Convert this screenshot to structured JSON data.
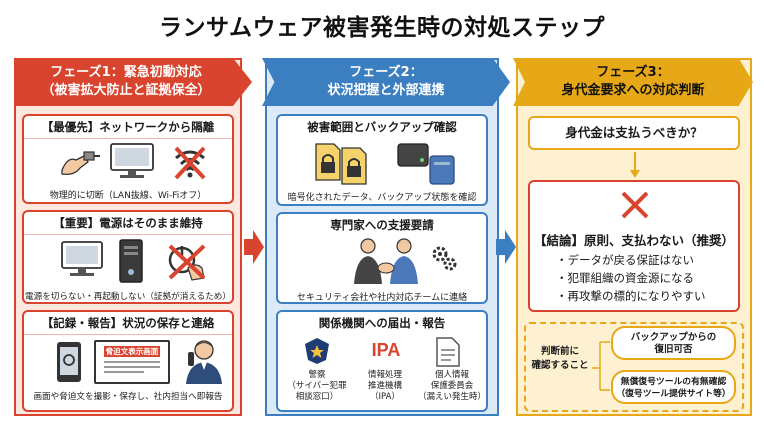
{
  "title": "ランサムウェア被害発生時の対処ステップ",
  "phases": [
    {
      "label_line1": "フェーズ1：緊急初動対応",
      "label_line2": "（被害拡大防止と証拠保全）",
      "cards": [
        {
          "title": "【最優先】ネットワークから隔離",
          "caption": "物理的に切断（LAN抜線、Wi-Fiオフ）"
        },
        {
          "title": "【重要】電源はそのまま維持",
          "caption": "電源を切らない・再起動しない（証拠が消えるため）"
        },
        {
          "title": "【記録・報告】状況の保存と連絡",
          "caption": "画面や脅迫文を撮影・保存し、社内担当へ即報告",
          "screen_text": "脅迫文表示画面"
        }
      ]
    },
    {
      "label_line1": "フェーズ2：",
      "label_line2": "状況把握と外部連携",
      "cards": [
        {
          "title": "被害範囲とバックアップ確認",
          "caption": "暗号化されたデータ、バックアップ状態を確認"
        },
        {
          "title": "専門家への支援要請",
          "caption": "セキュリティ会社や社内対応チームに連絡"
        },
        {
          "title": "関係機関への届出・報告",
          "orgs": [
            {
              "lines": [
                "警察",
                "（サイバー犯罪",
                "相談窓口）"
              ]
            },
            {
              "logo": "IPA",
              "lines": [
                "情報処理",
                "推進機構",
                "（IPA）"
              ]
            },
            {
              "lines": [
                "個人情報",
                "保護委員会",
                "（漏えい発生時）"
              ]
            }
          ]
        }
      ]
    },
    {
      "label_line1": "フェーズ3：",
      "label_line2": "身代金要求への対応判断",
      "question": "身代金は支払うべきか？",
      "conclusion": "【結論】原則、支払わない（推奨）",
      "reasons": [
        "・データが戻る保証はない",
        "・犯罪組織の資金源になる",
        "・再攻撃の標的になりやすい"
      ],
      "judge_label": [
        "判断前に",
        "確認すること"
      ],
      "checks": [
        {
          "lines": [
            "バックアップからの",
            "復旧可否"
          ]
        },
        {
          "lines": [
            "無償復号ツールの有無確認",
            "（復号ツール提供サイト等）"
          ]
        }
      ]
    }
  ],
  "colors": {
    "red": "#d9442f",
    "blue": "#3c7fc1",
    "yellow": "#e6a817"
  }
}
